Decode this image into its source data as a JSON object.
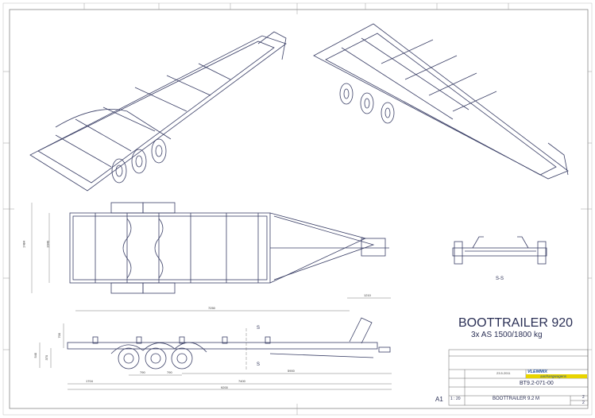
{
  "title_block": {
    "title": "BOOTTRAILER 920",
    "subtitle": "3x AS 1500/1800 kg",
    "drawing_number": "BT9.2-071-00",
    "part_name": "BOOTTRAILER 9.2 M",
    "scale": "1 : 20",
    "sheet_size": "A1",
    "sheet": "2",
    "sheets": "2",
    "date": "23.5.2011",
    "brand": "VLEMMIX",
    "brand_tagline": "aanhangwagens",
    "brand_color": "#1f4fa0",
    "tagline_color": "#e8d400"
  },
  "views": {
    "section_label": "S-S",
    "section_marker": "S"
  },
  "dimensions": {
    "overall_length": "9200",
    "axle_to_coupling": "7400",
    "rear_to_axle": "1704",
    "axle_spacing_1": "790",
    "axle_spacing_2": "790",
    "axle_to_coupling_2": "5900",
    "support_length": "7250",
    "drawbar": "1210",
    "width_outer": "2484",
    "width_inner": "2040",
    "height_1": "700",
    "height_2": "540",
    "height_3": "370"
  }
}
